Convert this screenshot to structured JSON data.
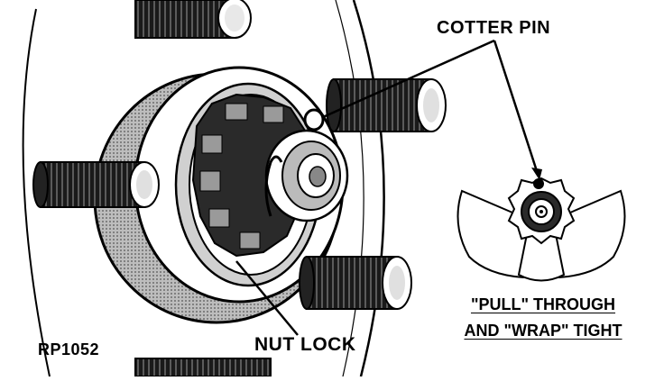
{
  "labels": {
    "cotter_pin": "COTTER PIN",
    "nut_lock": "NUT LOCK",
    "figure_id": "RP1052",
    "caption_line1": "\"PULL\" THROUGH",
    "caption_line2": "AND \"WRAP\" TIGHT"
  },
  "colors": {
    "ink": "#000000",
    "paper": "#ffffff",
    "shade": "#5a5a5a",
    "light_shade": "#9a9a9a"
  }
}
